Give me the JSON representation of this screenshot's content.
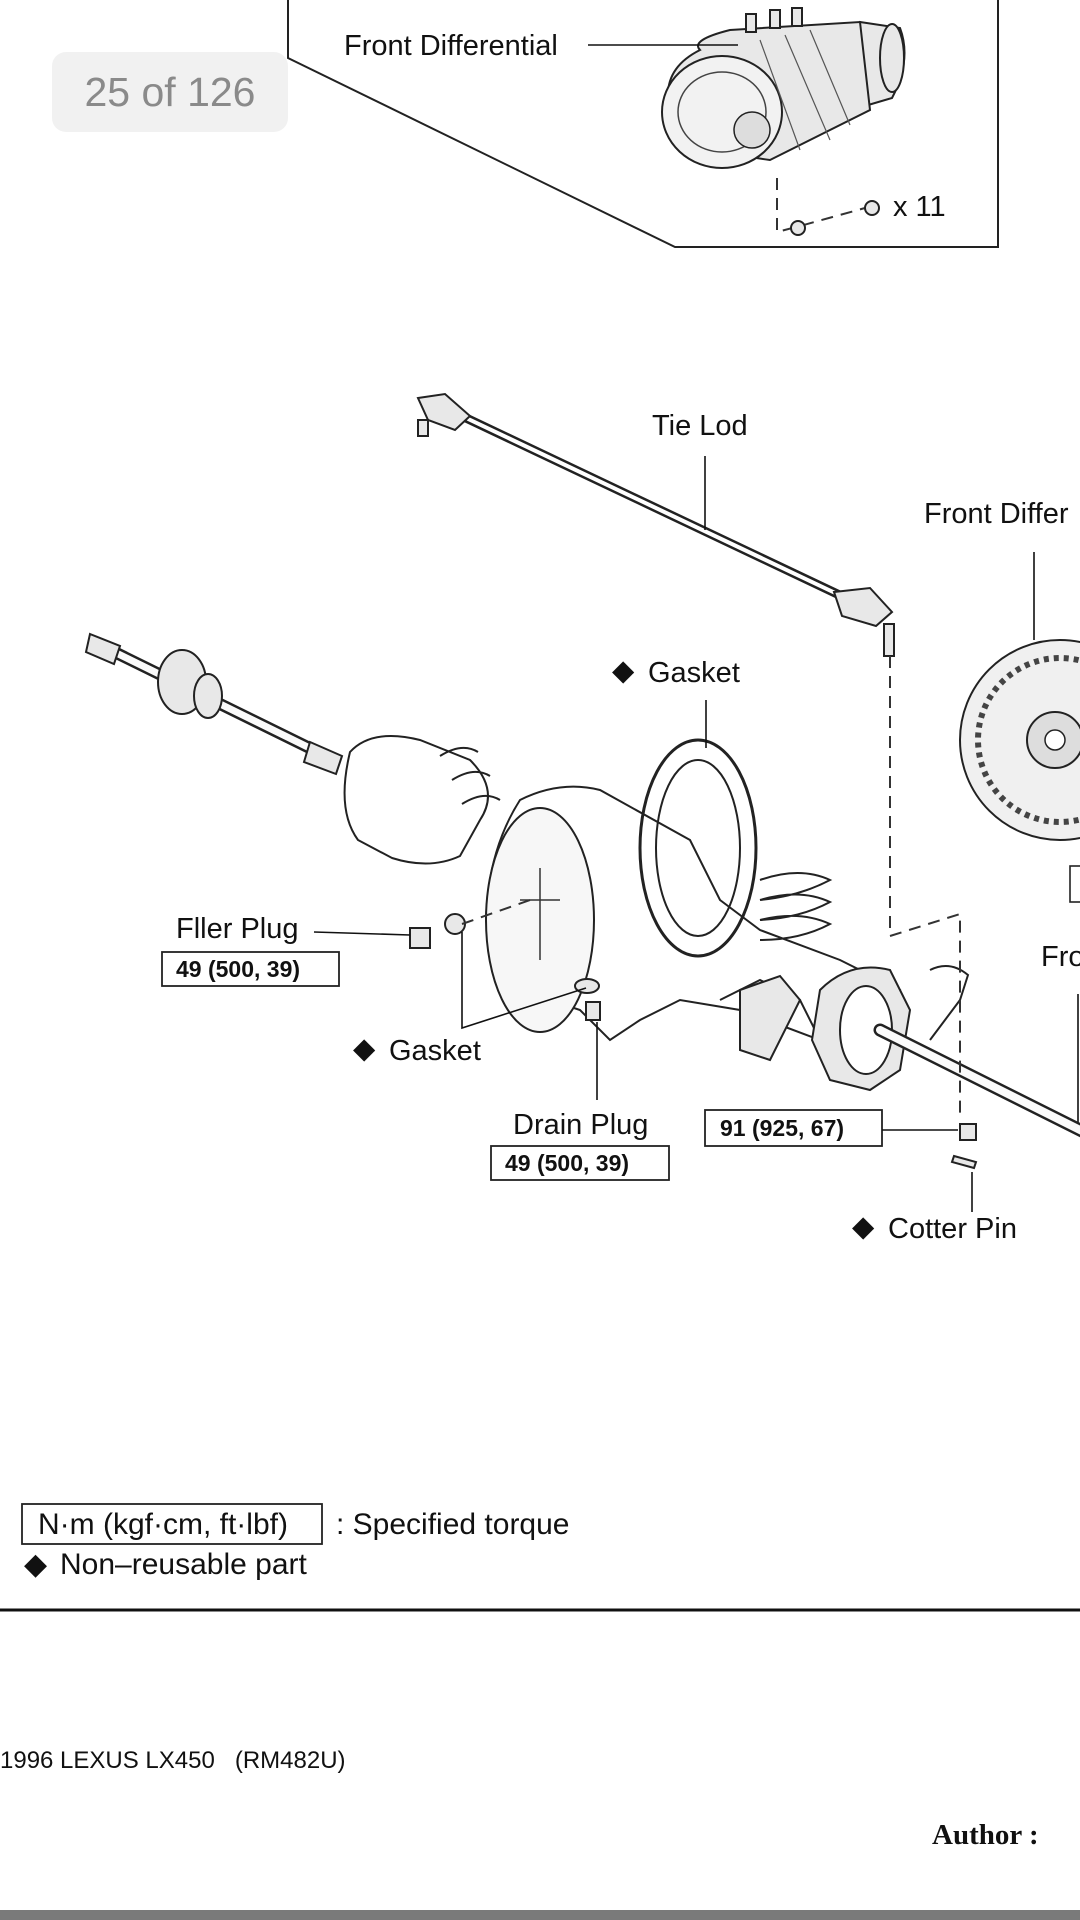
{
  "viewer": {
    "page_counter": "25 of 126"
  },
  "diagram": {
    "inset": {
      "front_differential_label": "Front Differential",
      "nut_count_label": "x 11"
    },
    "labels": {
      "tie_rod": "Tie Lod",
      "front_differential": "Front Differ",
      "gasket_top": "Gasket",
      "filler_plug": "Fller Plug",
      "gasket_lower": "Gasket",
      "drain_plug": "Drain Plug",
      "cotter_pin": "Cotter Pin",
      "front_cut": "Fro"
    },
    "torque": {
      "filler_plug": "49 (500, 39)",
      "drain_plug": "49 (500, 39)",
      "castle_nut": "91 (925, 67)"
    },
    "symbols": {
      "non_reusable": "◆"
    },
    "legend": {
      "torque_unit": "N·m (kgf·cm, ft·lbf)",
      "torque_desc": ": Specified torque",
      "non_reusable": "Non–reusable part"
    }
  },
  "footer": {
    "vehicle": "1996 LEXUS LX450   (RM482U)",
    "author": "Author :"
  }
}
